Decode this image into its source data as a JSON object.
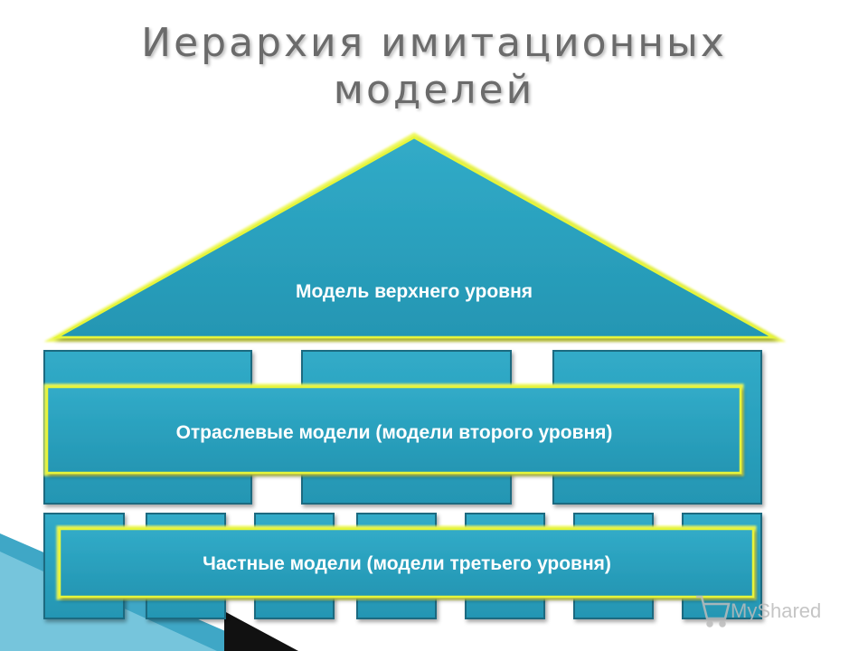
{
  "slide": {
    "title_line1": "Иерархия  имитационных",
    "title_line2": "моделей"
  },
  "diagram": {
    "top_level_label": "Модель верхнего уровня",
    "second_level_label": "Отраслевые модели (модели второго уровня)",
    "third_level_label": "Частные модели (модели третьего уровня)",
    "second_level_block_count": 3,
    "third_level_block_count": 7
  },
  "watermark": {
    "text": "MyShared"
  },
  "colors": {
    "fill": "#2aa1bf",
    "fill_dark": "#1d86a3",
    "stroke": "#1a6a80",
    "highlight_border": "#e6f53a",
    "title_text": "#6b6b6b"
  }
}
